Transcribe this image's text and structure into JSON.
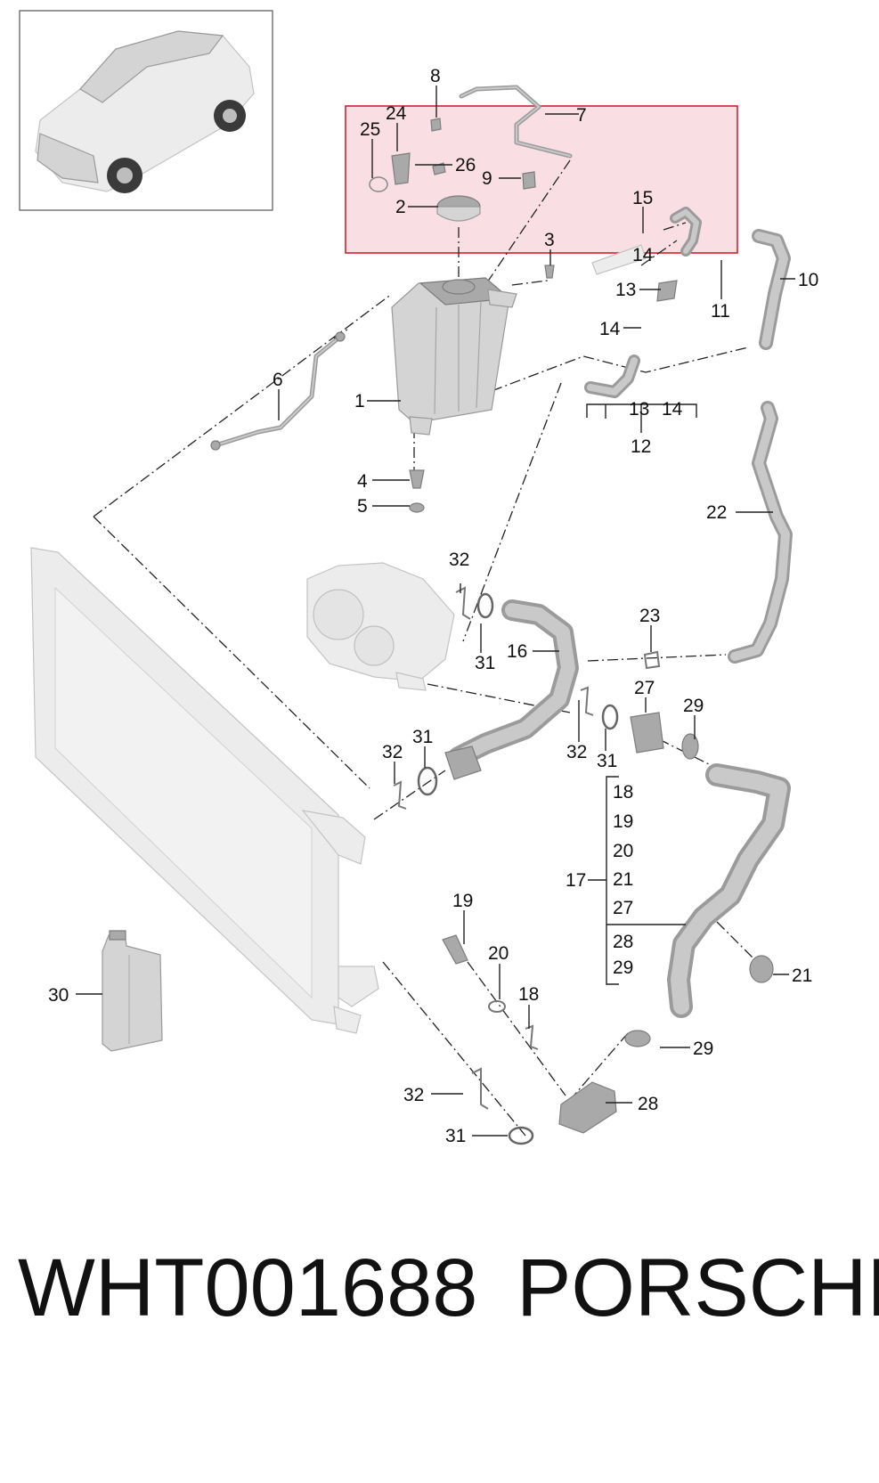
{
  "labels": {
    "l1": "1",
    "l2": "2",
    "l3": "3",
    "l4": "4",
    "l5": "5",
    "l6": "6",
    "l7": "7",
    "l8": "8",
    "l9": "9",
    "l10": "10",
    "l11": "11",
    "l12": "12",
    "l13a": "13",
    "l13b": "13",
    "l14a": "14",
    "l14b": "14",
    "l14c": "14",
    "l15": "15",
    "l16": "16",
    "l17": "17",
    "g18": "18",
    "g19": "19",
    "g20": "20",
    "g21": "21",
    "g27": "27",
    "g28": "28",
    "g29": "29",
    "l18": "18",
    "l19": "19",
    "l20": "20",
    "l21": "21",
    "l22": "22",
    "l23": "23",
    "l24": "24",
    "l25": "25",
    "l26": "26",
    "l27": "27",
    "l28": "28",
    "l29a": "29",
    "l29b": "29",
    "l30": "30",
    "l31a": "31",
    "l31b": "31",
    "l31c": "31",
    "l31d": "31",
    "l32a": "32",
    "l32b": "32",
    "l32c": "32",
    "l32d": "32"
  },
  "footer": {
    "part_number": "WHT001688",
    "brand": "PORSCHE"
  },
  "colors": {
    "highlight_fill": "#f7d4da",
    "highlight_border": "#d0212e",
    "part_gray": "#d4d4d4"
  }
}
